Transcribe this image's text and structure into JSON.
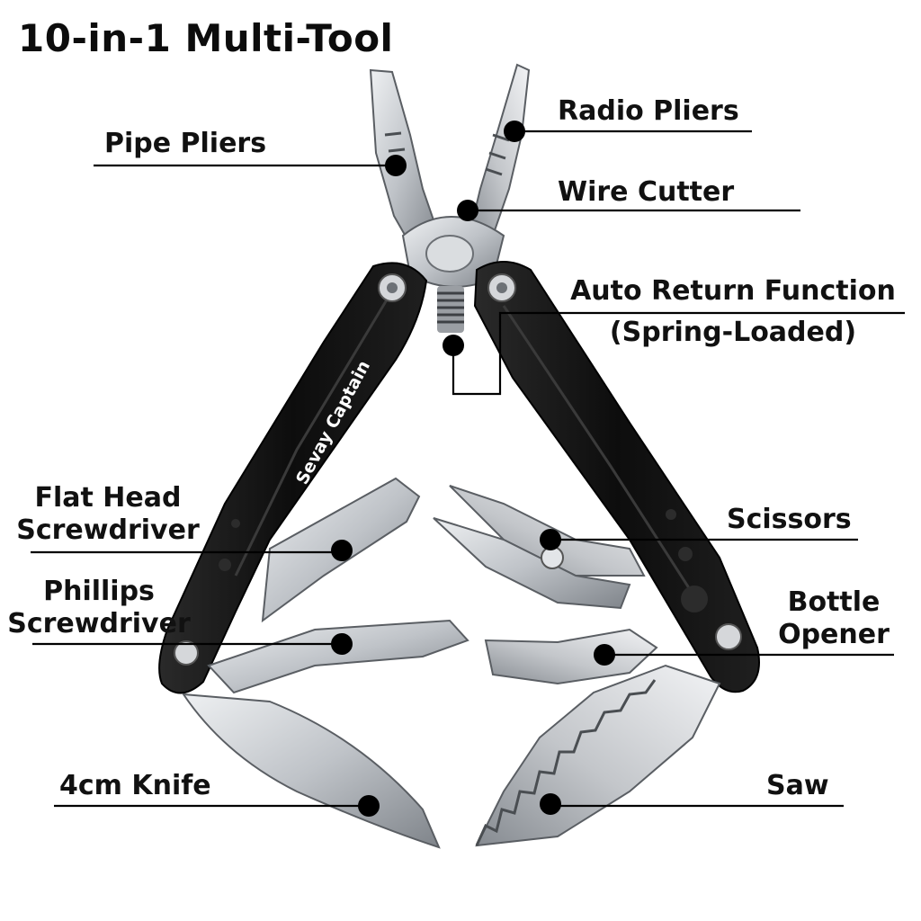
{
  "title": "10-in-1 Multi-Tool",
  "brand": "Sevay Captain",
  "colors": {
    "handle": "#111111",
    "steel": "#c9ccd0",
    "steel_dark": "#8e9297",
    "leader": "#000000"
  },
  "labels": {
    "pipe_pliers": "Pipe Pliers",
    "radio_pliers": "Radio Pliers",
    "wire_cutter": "Wire Cutter",
    "auto_return": "Auto Return Function",
    "spring_loaded": "(Spring-Loaded)",
    "flat_head_1": "Flat Head",
    "flat_head_2": "Screwdriver",
    "phillips_1": "Phillips",
    "phillips_2": "Screwdriver",
    "scissors": "Scissors",
    "bottle_1": "Bottle",
    "bottle_2": "Opener",
    "knife": "4cm Knife",
    "saw": "Saw"
  }
}
